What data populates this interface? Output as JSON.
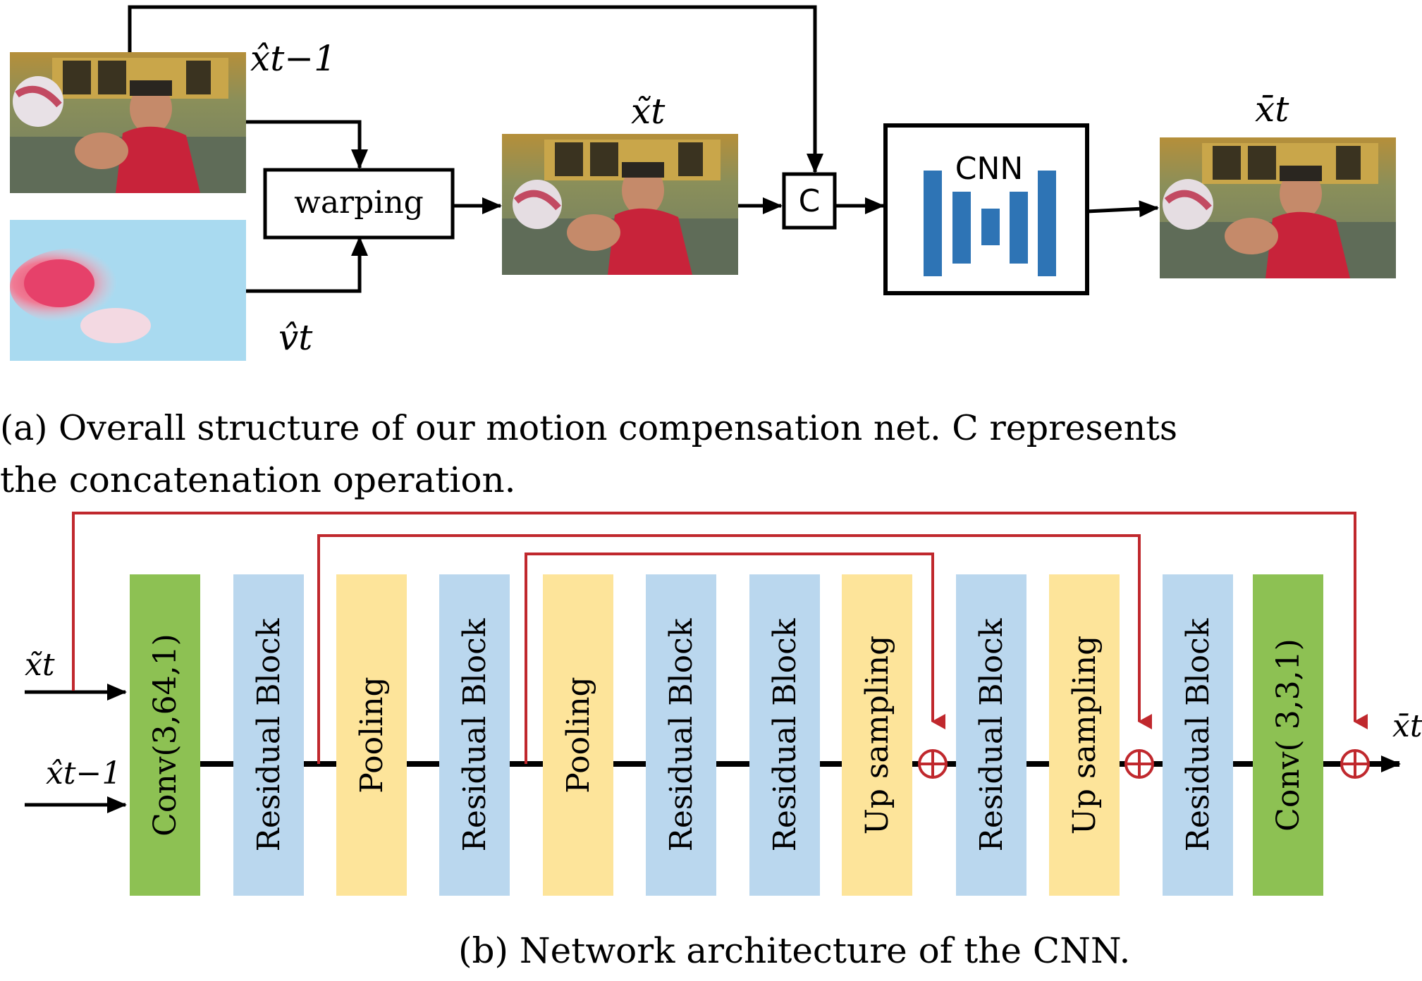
{
  "part_a": {
    "prev_frame_label": "x̂t−1",
    "flow_label": "v̂t",
    "warped_label": "x̃t",
    "output_label": "x̄t",
    "warping_label": "warping",
    "concat_label": "C",
    "cnn_label": "CNN",
    "caption_line1": "(a) Overall structure of our motion compensation net. C represents",
    "caption_line2": "the concatenation operation."
  },
  "part_b": {
    "input_top_label": "x̃t",
    "input_bottom_label": "x̂t−1",
    "output_label": "x̄t",
    "blocks": [
      {
        "label": "Conv(3,64,1)",
        "type": "conv"
      },
      {
        "label": "Residual Block",
        "type": "residual"
      },
      {
        "label": "Pooling",
        "type": "pool"
      },
      {
        "label": "Residual Block",
        "type": "residual"
      },
      {
        "label": "Pooling",
        "type": "pool"
      },
      {
        "label": "Residual Block",
        "type": "residual"
      },
      {
        "label": "Residual Block",
        "type": "residual"
      },
      {
        "label": "Up sampling",
        "type": "pool"
      },
      {
        "label": "Residual Block",
        "type": "residual"
      },
      {
        "label": "Up sampling",
        "type": "pool"
      },
      {
        "label": "Residual Block",
        "type": "residual"
      },
      {
        "label": "Conv( 3,3,1)",
        "type": "conv"
      }
    ],
    "caption": "(b) Network architecture of the CNN."
  },
  "colors": {
    "conv": "#8dc153",
    "residual": "#bad7ee",
    "pool": "#fde49a",
    "cnn_bars": "#2e74b5",
    "skip_lines": "#c0282d"
  }
}
